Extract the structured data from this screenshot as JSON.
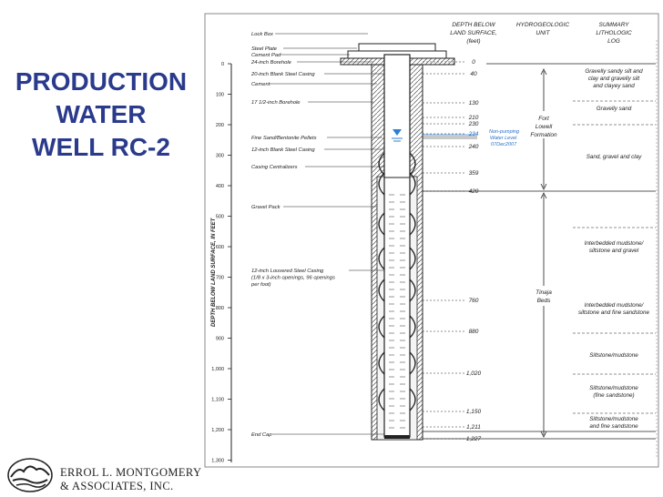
{
  "slide": {
    "title_lines": [
      "PRODUCTION",
      "WATER",
      "WELL RC-2"
    ],
    "company_lines": [
      "ERROL L. MONTGOMERY",
      "& ASSOCIATES, INC."
    ],
    "colors": {
      "title": "#2a3a8c",
      "line": "#222222",
      "water": "#2f7fd4",
      "water_text": "#2a6fcc"
    }
  },
  "diagram": {
    "y_axis_label": "DEPTH BELOW LAND SURFACE, IN FEET",
    "y_ticks": [
      "0",
      "100",
      "200",
      "300",
      "400",
      "500",
      "600",
      "700",
      "800",
      "900",
      "1,000",
      "1,100",
      "1,200",
      "1,300"
    ],
    "headers": {
      "depth": [
        "DEPTH BELOW",
        "LAND SURFACE,",
        "(feet)"
      ],
      "unit": [
        "HYDROGEOLOGIC",
        "UNIT"
      ],
      "log": [
        "SUMMARY",
        "LITHOLOGIC",
        "LOG"
      ]
    },
    "components": [
      {
        "label": [
          "Lock Box"
        ]
      },
      {
        "label": [
          "Steel Plate"
        ]
      },
      {
        "label": [
          "Cement Pad"
        ]
      },
      {
        "label": [
          "24-inch Borehole"
        ]
      },
      {
        "label": [
          "20-inch Blank Steel Casing"
        ]
      },
      {
        "label": [
          "Cement"
        ]
      },
      {
        "label": [
          "17 1/2-inch Borehole"
        ]
      },
      {
        "label": [
          "Fine Sand/Bentonite Pellets"
        ]
      },
      {
        "label": [
          "12-inch Blank Steel Casing"
        ]
      },
      {
        "label": [
          "Casing Centralizers"
        ]
      },
      {
        "label": [
          "Gravel Pack"
        ]
      },
      {
        "label": [
          "12-inch Louvered Steel Casing",
          "(1/8 x 3-inch openings, 96 openings",
          "per foot)"
        ]
      },
      {
        "label": [
          "End Cap"
        ]
      }
    ],
    "depths": [
      "0",
      "40",
      "130",
      "210",
      "230",
      "234",
      "240",
      "359",
      "420",
      "760",
      "880",
      "1,020",
      "1,150",
      "1,211",
      "1,227"
    ],
    "water_level": [
      "Non-pumping",
      "Water Level",
      "07Dec2007"
    ],
    "units": [
      {
        "name": [
          "Fort",
          "Lowell",
          "Formation"
        ]
      },
      {
        "name": [
          "Tinaja",
          "Beds"
        ]
      }
    ],
    "lithology": [
      [
        "Gravelly sandy silt and",
        "clay and gravelly silt",
        "and clayey sand"
      ],
      [
        "Gravelly sand"
      ],
      [
        "Sand, gravel and clay"
      ],
      [
        "Interbedded mudstone/",
        "siltstone and gravel"
      ],
      [
        "Interbedded mudstone/",
        "siltstone and fine sandstone"
      ],
      [
        "Siltstone/mudstone"
      ],
      [
        "Siltstone/mudstone",
        "(fine sandstone)"
      ],
      [
        "Siltstone/mudstone",
        "and fine sandstone"
      ]
    ]
  }
}
